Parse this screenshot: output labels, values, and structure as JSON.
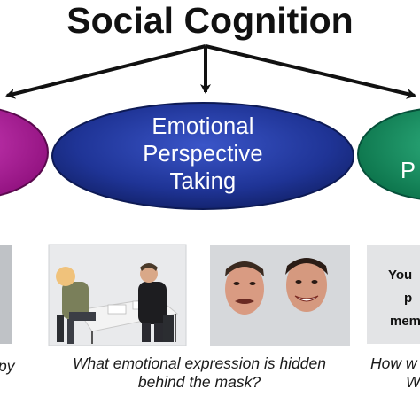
{
  "title": "Social Cognition",
  "center_node": {
    "lines": [
      "Emotional",
      "Perspective",
      "Taking"
    ]
  },
  "right_node": {
    "fragment": "P"
  },
  "captions": {
    "left_fragment": "py",
    "center_line1": "What emotional expression is hidden",
    "center_line2": "behind the mask?",
    "right_line1": "How w",
    "right_line2": "W"
  },
  "right_panel": {
    "lines": [
      "You",
      "p",
      "mem"
    ]
  },
  "colors": {
    "left_node": "#a3128f",
    "center_node": "#1f3496",
    "right_node": "#0c8a5c",
    "arrows": "#111111"
  }
}
